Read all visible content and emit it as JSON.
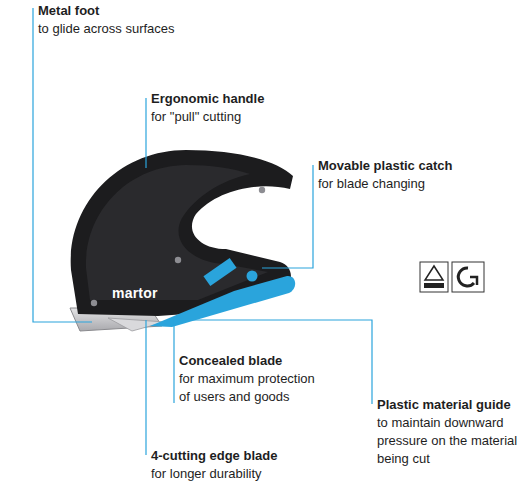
{
  "diagram": {
    "labels": [
      "Metal foot",
      "to glide across surfaces",
      "Ergonomic handle",
      "for \"pull\" cutting",
      "Movable plastic catch",
      "for blade changing",
      "martor",
      "Concealed blade",
      "for maximum protection of users and goods",
      "Plastic material guide",
      "to maintain downward pressure on the material being cut",
      "4-cutting edge blade",
      "for longer durability"
    ]
  }
}
